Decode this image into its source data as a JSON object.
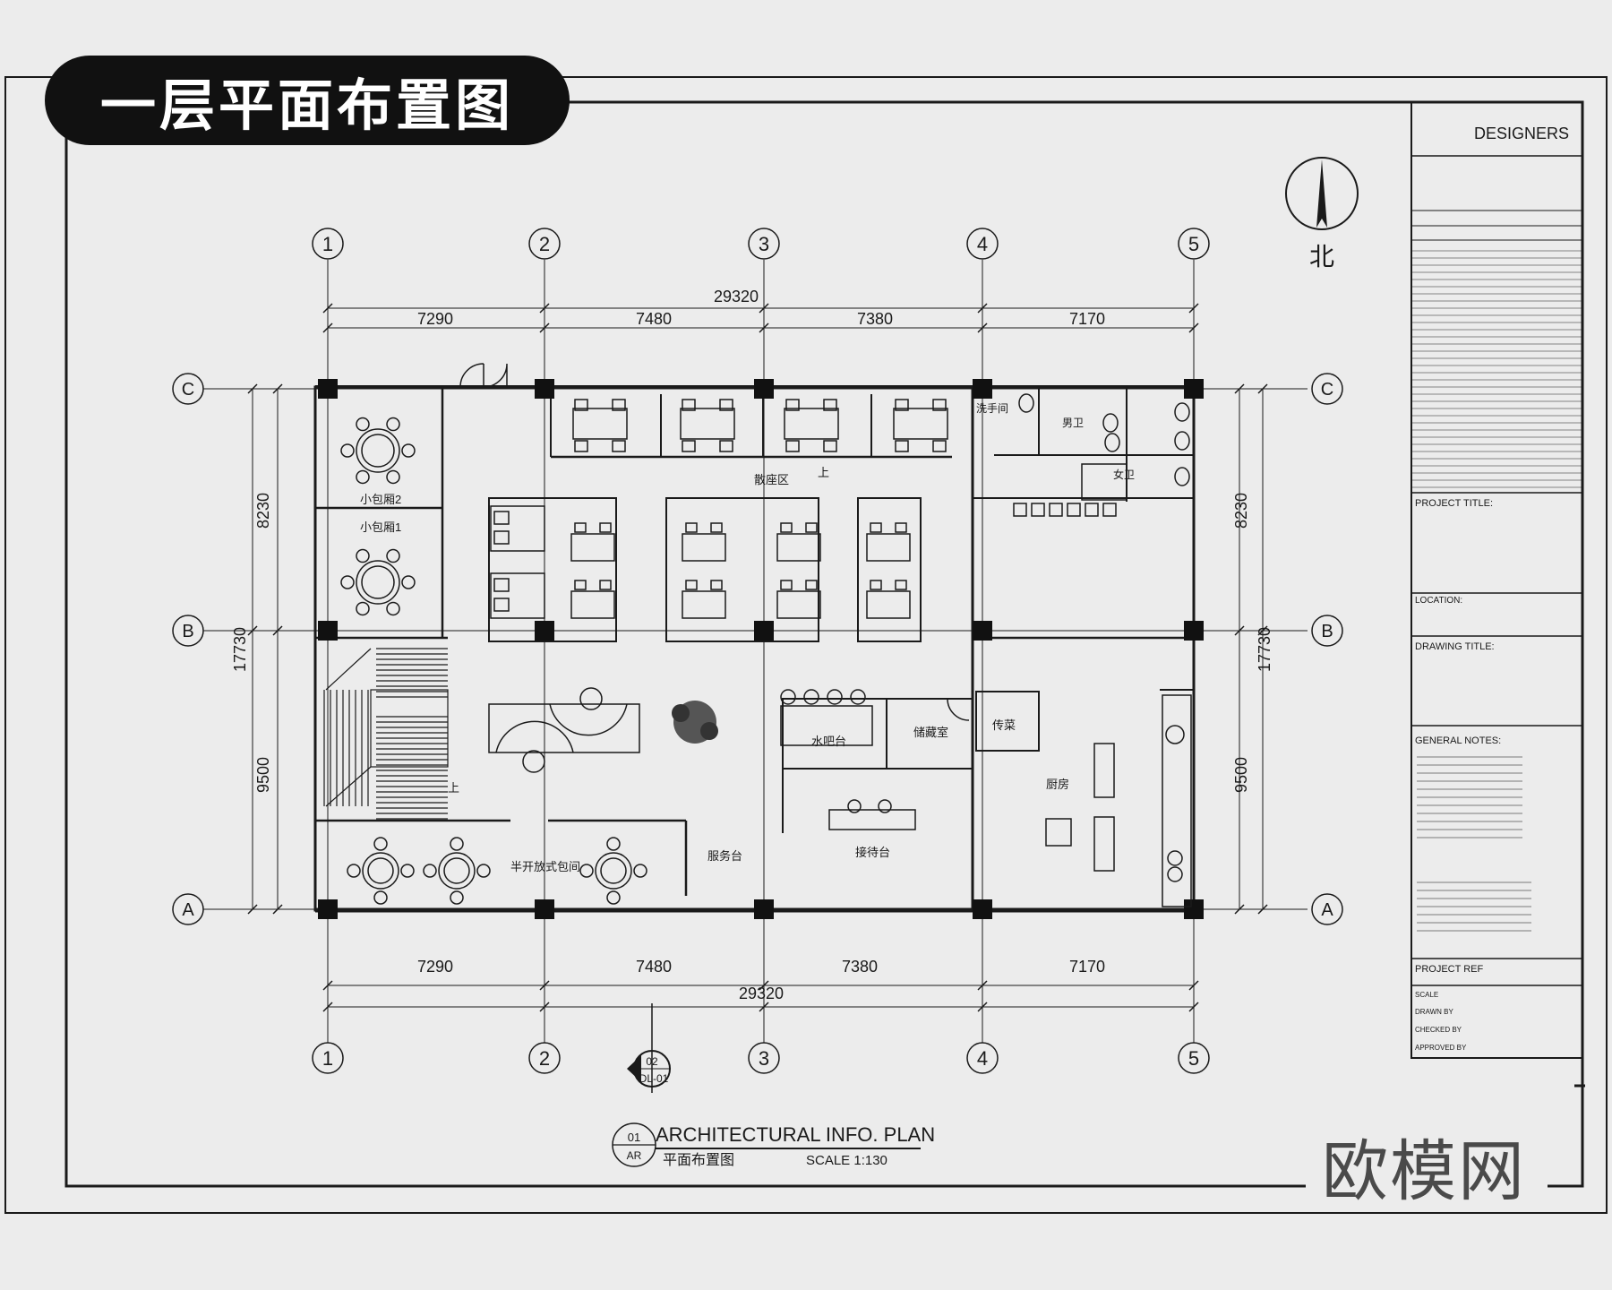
{
  "sheet_title": "一层平面布置图",
  "brand_watermark": "欧模网",
  "compass_label": "北",
  "grid_columns": [
    "1",
    "2",
    "3",
    "4",
    "5"
  ],
  "grid_rows": [
    "C",
    "B",
    "A"
  ],
  "dimensions": {
    "top_overall": "29320",
    "bottom_overall": "29320",
    "spans": [
      "7290",
      "7480",
      "7380",
      "7170"
    ],
    "left_upper": "8230",
    "left_overall": "17730",
    "left_lower": "9500",
    "right_upper": "8230",
    "right_overall": "17730",
    "right_lower": "9500"
  },
  "rooms": {
    "private_room_2": "小包厢2",
    "private_room_1": "小包厢1",
    "dining_area": "散座区",
    "up_stairs_top": "上",
    "up_stairs_left": "上",
    "washroom": "洗手间",
    "mens": "男卫",
    "womens": "女卫",
    "bar": "水吧台",
    "storage": "储藏室",
    "pass_window": "传菜",
    "kitchen": "厨房",
    "semi_open_booth": "半开放式包间",
    "service_station": "服务台",
    "reception_desk": "接待台"
  },
  "section_marker": {
    "number": "02",
    "ref": "DL-01"
  },
  "drawing_caption": {
    "number": "01",
    "code": "AR",
    "title": "ARCHITECTURAL  INFO.  PLAN",
    "subtitle": "平面布置图",
    "scale": "SCALE 1:130"
  },
  "title_block": {
    "header": "DESIGNERS",
    "project_title_label": "PROJECT TITLE:",
    "location_label": "LOCATION:",
    "drawing_title_label": "DRAWING  TITLE:",
    "general_notes_label": "GENERAL NOTES:",
    "project_ref_label": "PROJECT REF",
    "scale_label": "SCALE",
    "drawn_label": "DRAWN BY",
    "checked_label": "CHECKED BY",
    "approved_label": "APPROVED BY"
  },
  "colors": {
    "ink": "#1a1a1a",
    "paper": "#ececec",
    "badge": "#111111"
  }
}
